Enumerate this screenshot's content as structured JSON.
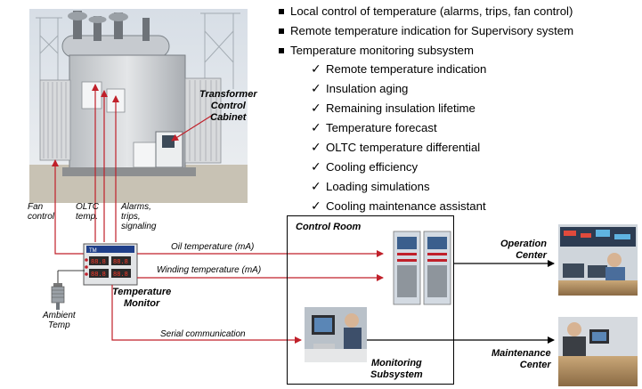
{
  "bullets": [
    "Local control of temperature (alarms, trips, fan control)",
    "Remote temperature indication for Supervisory system",
    "Temperature monitoring subsystem"
  ],
  "checks": [
    "Remote temperature indication",
    "Insulation aging",
    "Remaining insulation lifetime",
    "Temperature forecast",
    "OLTC temperature differential",
    "Cooling efficiency",
    "Loading simulations",
    "Cooling maintenance assistant"
  ],
  "check_mark": "✓",
  "labels": {
    "transformer_cabinet": [
      "Transformer",
      "Control",
      "Cabinet"
    ],
    "fan_control": [
      "Fan",
      "control"
    ],
    "oltc_temp": [
      "OLTC",
      "temp."
    ],
    "alarms": [
      "Alarms,",
      "trips,",
      "signaling"
    ],
    "control_room": "Control Room",
    "oil_temperature": "Oil temperature (mA)",
    "winding_temperature": "Winding temperature (mA)",
    "serial_communication": "Serial communication",
    "temperature_monitor": [
      "Temperature",
      "Monitor"
    ],
    "ambient_temp": [
      "Ambient",
      "Temp"
    ],
    "operation_center": [
      "Operation",
      "Center"
    ],
    "maintenance_center": [
      "Maintenance",
      "Center"
    ],
    "monitoring_subsystem": [
      "Monitoring",
      "Subsystem"
    ]
  },
  "colors": {
    "connector": "#c0202a",
    "line": "#000000"
  }
}
